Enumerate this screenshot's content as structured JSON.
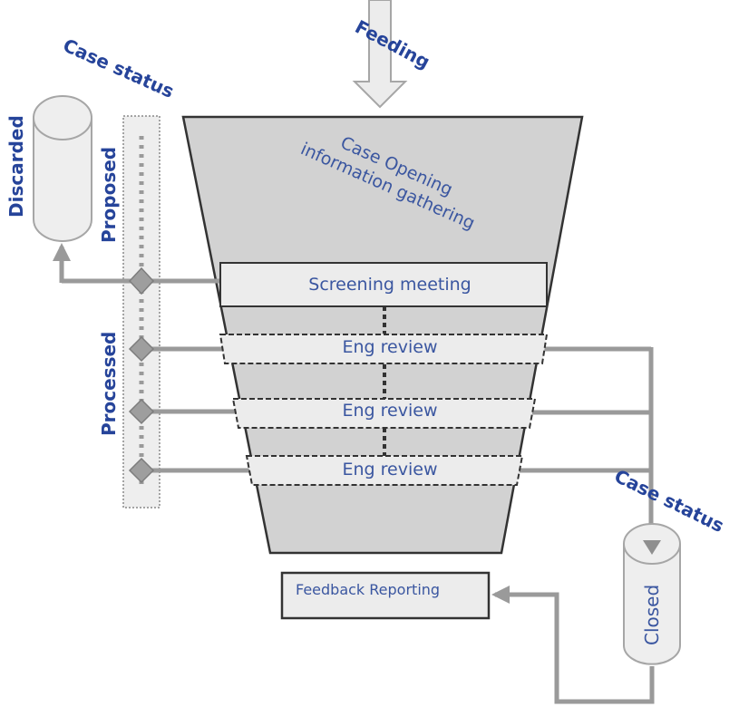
{
  "colors": {
    "label_blue": "#26449a",
    "stage_text_blue": "#3a56a0",
    "funnel_fill": "#d2d2d2",
    "stage_fill": "#ececec",
    "connector_gray": "#9a9a9a",
    "outline_dark": "#333333"
  },
  "input": {
    "feeding_label": "Feeding"
  },
  "funnel": {
    "top_label_line1": "Case Opening",
    "top_label_line2": "information gathering",
    "stages": [
      {
        "label": "Screening meeting",
        "style": "solid"
      },
      {
        "label": "Eng review",
        "style": "dashed"
      },
      {
        "label": "Eng review",
        "style": "dashed"
      },
      {
        "label": "Eng review",
        "style": "dashed"
      }
    ]
  },
  "left_status": {
    "header": "Case status",
    "proposed_label": "Proposed",
    "processed_label": "Processed",
    "discarded_label": "Discarded"
  },
  "right_status": {
    "header": "Case status",
    "closed_label": "Closed"
  },
  "feedback": {
    "label": "Feedback Reporting"
  }
}
